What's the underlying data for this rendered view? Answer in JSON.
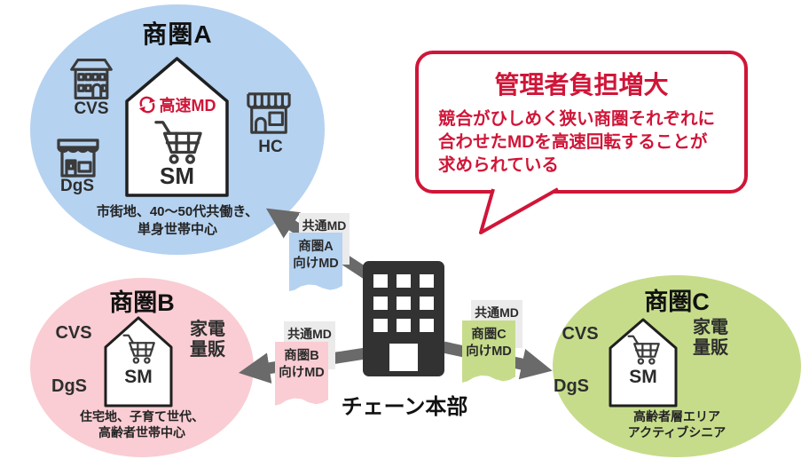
{
  "colors": {
    "accent_red": "#d01538",
    "area_a_blue": "#b5d2f0",
    "area_b_pink": "#f9cdd3",
    "area_c_green": "#c6dc8b",
    "card_gray": "#ebebeb",
    "arrow_gray": "#6a6a6a",
    "building_dark": "#323232"
  },
  "bubble": {
    "title": "管理者負担増大",
    "lines": [
      "競合がひしめく狭い商圏それぞれに",
      "合わせたMDを高速回転することが",
      "求められている"
    ]
  },
  "hq": {
    "label": "チェーン本部"
  },
  "cards": {
    "a": {
      "common": "共通MD",
      "line1": "商圏A",
      "line2": "向けMD"
    },
    "b": {
      "common": "共通MD",
      "line1": "商圏B",
      "line2": "向けMD"
    },
    "c": {
      "common": "共通MD",
      "line1": "商圏C",
      "line2": "向けMD"
    }
  },
  "areas": {
    "a": {
      "title": "商圏A",
      "cvs": "CVS",
      "dgs": "DgS",
      "hc": "HC",
      "fast_md": "高速MD",
      "sm": "SM",
      "desc1": "市街地、40〜50代共働き、",
      "desc2": "単身世帯中心"
    },
    "b": {
      "title": "商圏B",
      "cvs": "CVS",
      "dgs": "DgS",
      "kaden1": "家電",
      "kaden2": "量販",
      "sm": "SM",
      "desc1": "住宅地、子育て世代、",
      "desc2": "高齢者世帯中心"
    },
    "c": {
      "title": "商圏C",
      "cvs": "CVS",
      "dgs": "DgS",
      "kaden1": "家電",
      "kaden2": "量販",
      "sm": "SM",
      "desc1": "高齢者層エリア",
      "desc2": "アクティブシニア"
    }
  }
}
